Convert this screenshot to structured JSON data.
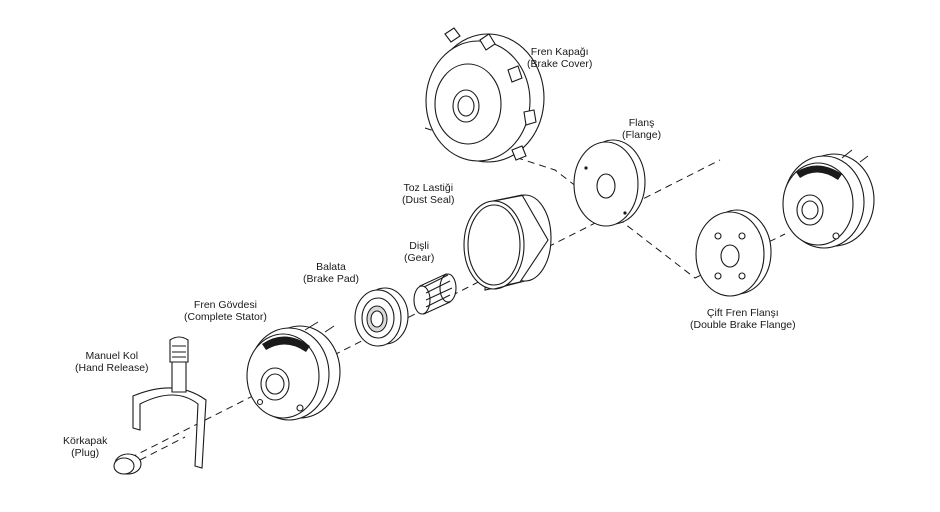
{
  "labels": {
    "brake_cover": {
      "tr": "Fren Kapağı",
      "en": "(Brake Cover)"
    },
    "flange": {
      "tr": "Flanş",
      "en": "(Flange)"
    },
    "dust_seal": {
      "tr": "Toz Lastiği",
      "en": "(Dust Seal)"
    },
    "gear": {
      "tr": "Dişli",
      "en": "(Gear)"
    },
    "brake_pad": {
      "tr": "Balata",
      "en": "(Brake Pad)"
    },
    "complete_stator": {
      "tr": "Fren Gövdesi",
      "en": "(Complete Stator)"
    },
    "hand_release": {
      "tr": "Manuel Kol",
      "en": "(Hand Release)"
    },
    "plug": {
      "tr": "Körkapak",
      "en": "(Plug)"
    },
    "double_brake_flange": {
      "tr": "Çift Fren Flanşı",
      "en": "(Double Brake Flange)"
    }
  }
}
